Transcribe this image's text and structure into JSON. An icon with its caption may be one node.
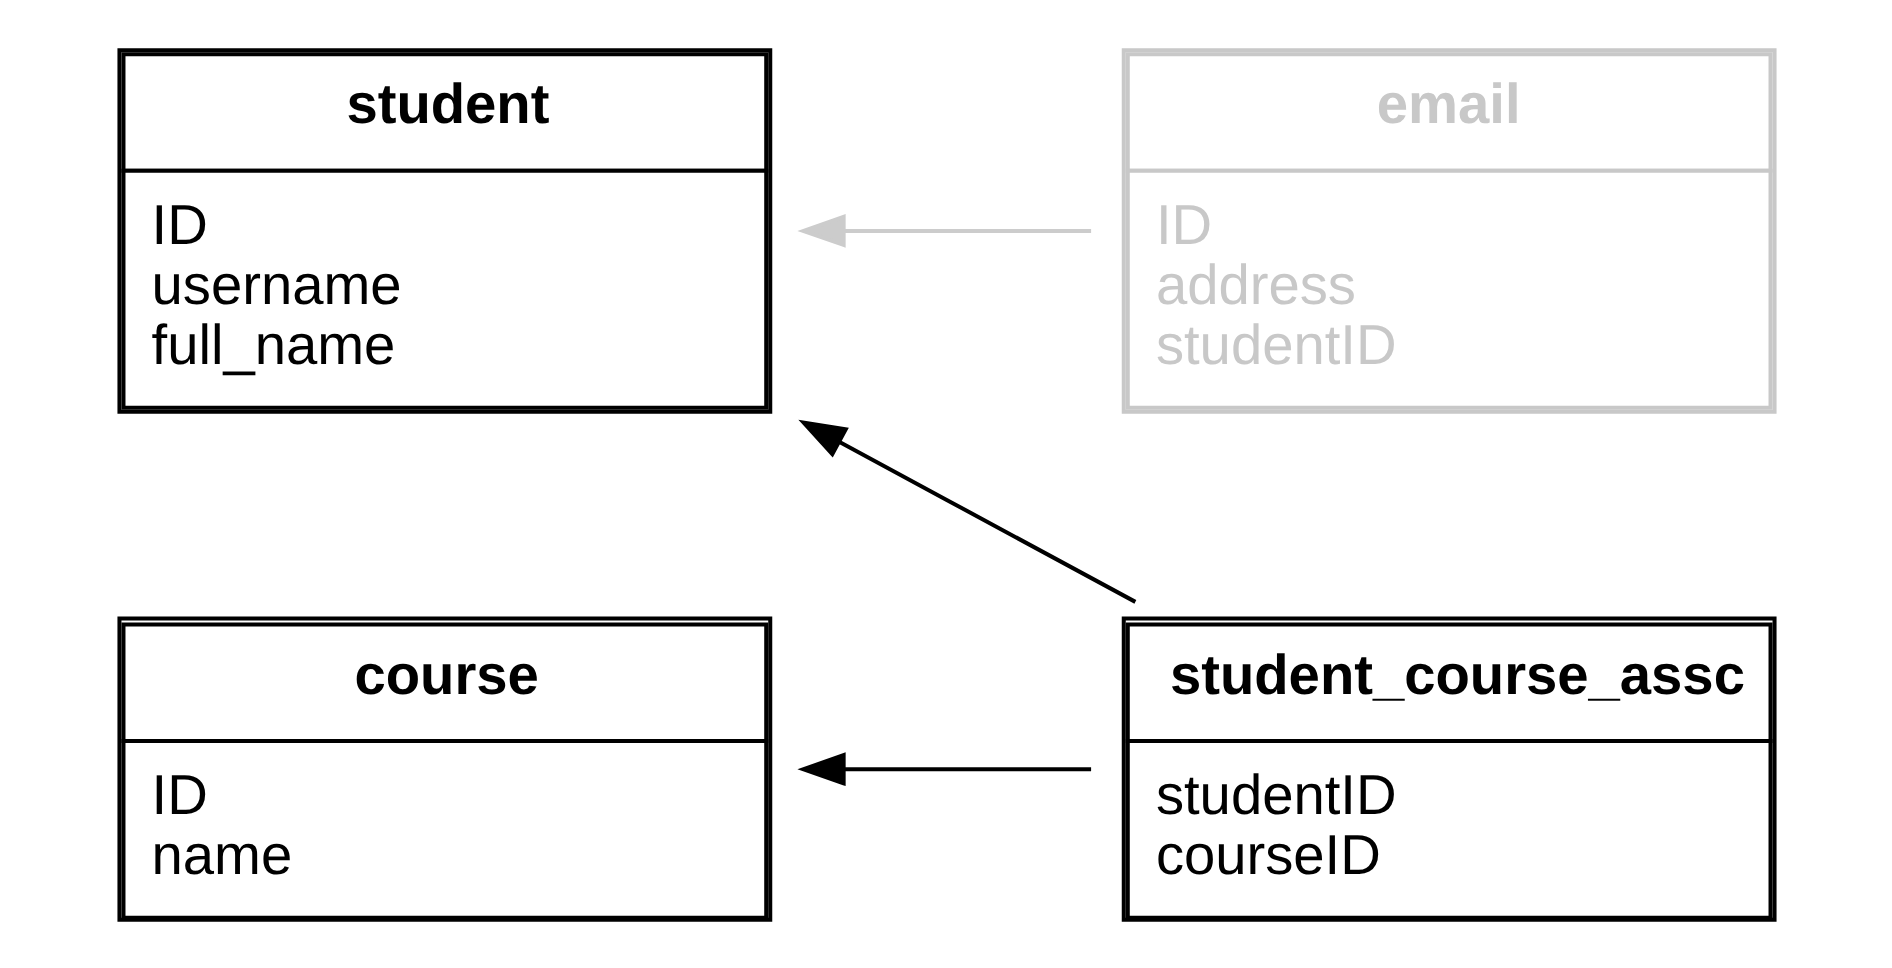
{
  "diagram": {
    "nodes": [
      {
        "text": [
          "email",
          "ID address studentID"
        ]
      },
      {
        "text": [
          "student",
          "ID username full_name"
        ]
      },
      {
        "text": [
          "student_course_assc",
          "studentID courseID"
        ]
      },
      {
        "text": [
          "course",
          "ID name"
        ]
      }
    ],
    "edges": [
      {
        "from": 0,
        "to": 1,
        "arrow": "to",
        "color": "#cccccc"
      },
      {
        "from": 2,
        "to": 1,
        "arrow": "to"
      },
      {
        "from": 2,
        "to": 3,
        "arrow": "to"
      }
    ]
  }
}
